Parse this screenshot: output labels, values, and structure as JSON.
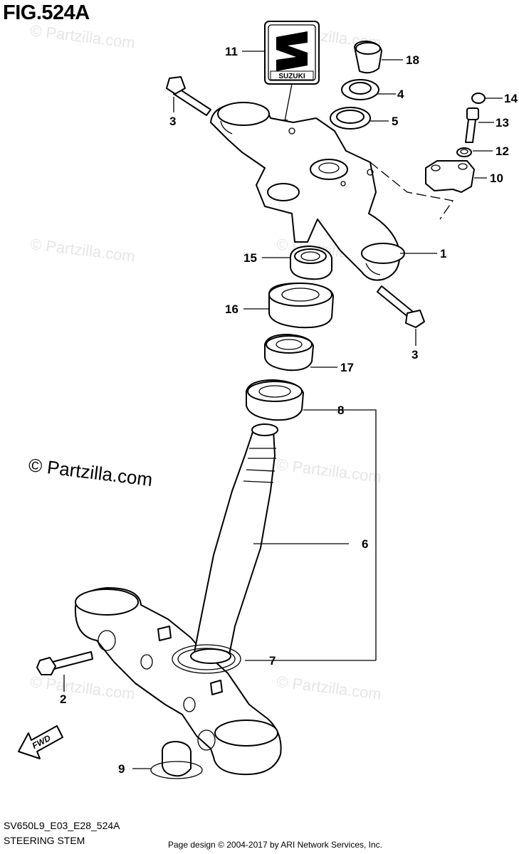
{
  "figure": {
    "title": "FIG.524A",
    "code": "SV650L9_E03_E28_524A",
    "name": "STEERING STEM",
    "credit": "Page design © 2004-2017 by ARI Network Services, Inc.",
    "copyright": "© Partzilla.com",
    "watermark": "© Partzilla.com",
    "emblem_text": "SUZUKI",
    "fwd_label": "FWD"
  },
  "callouts": [
    {
      "id": "1",
      "label": "1"
    },
    {
      "id": "2",
      "label": "2"
    },
    {
      "id": "3a",
      "label": "3"
    },
    {
      "id": "3b",
      "label": "3"
    },
    {
      "id": "4",
      "label": "4"
    },
    {
      "id": "5",
      "label": "5"
    },
    {
      "id": "6",
      "label": "6"
    },
    {
      "id": "7",
      "label": "7"
    },
    {
      "id": "8",
      "label": "8"
    },
    {
      "id": "9",
      "label": "9"
    },
    {
      "id": "10",
      "label": "10"
    },
    {
      "id": "11",
      "label": "11"
    },
    {
      "id": "12",
      "label": "12"
    },
    {
      "id": "13",
      "label": "13"
    },
    {
      "id": "14",
      "label": "14"
    },
    {
      "id": "15",
      "label": "15"
    },
    {
      "id": "16",
      "label": "16"
    },
    {
      "id": "17",
      "label": "17"
    },
    {
      "id": "18",
      "label": "18"
    }
  ]
}
